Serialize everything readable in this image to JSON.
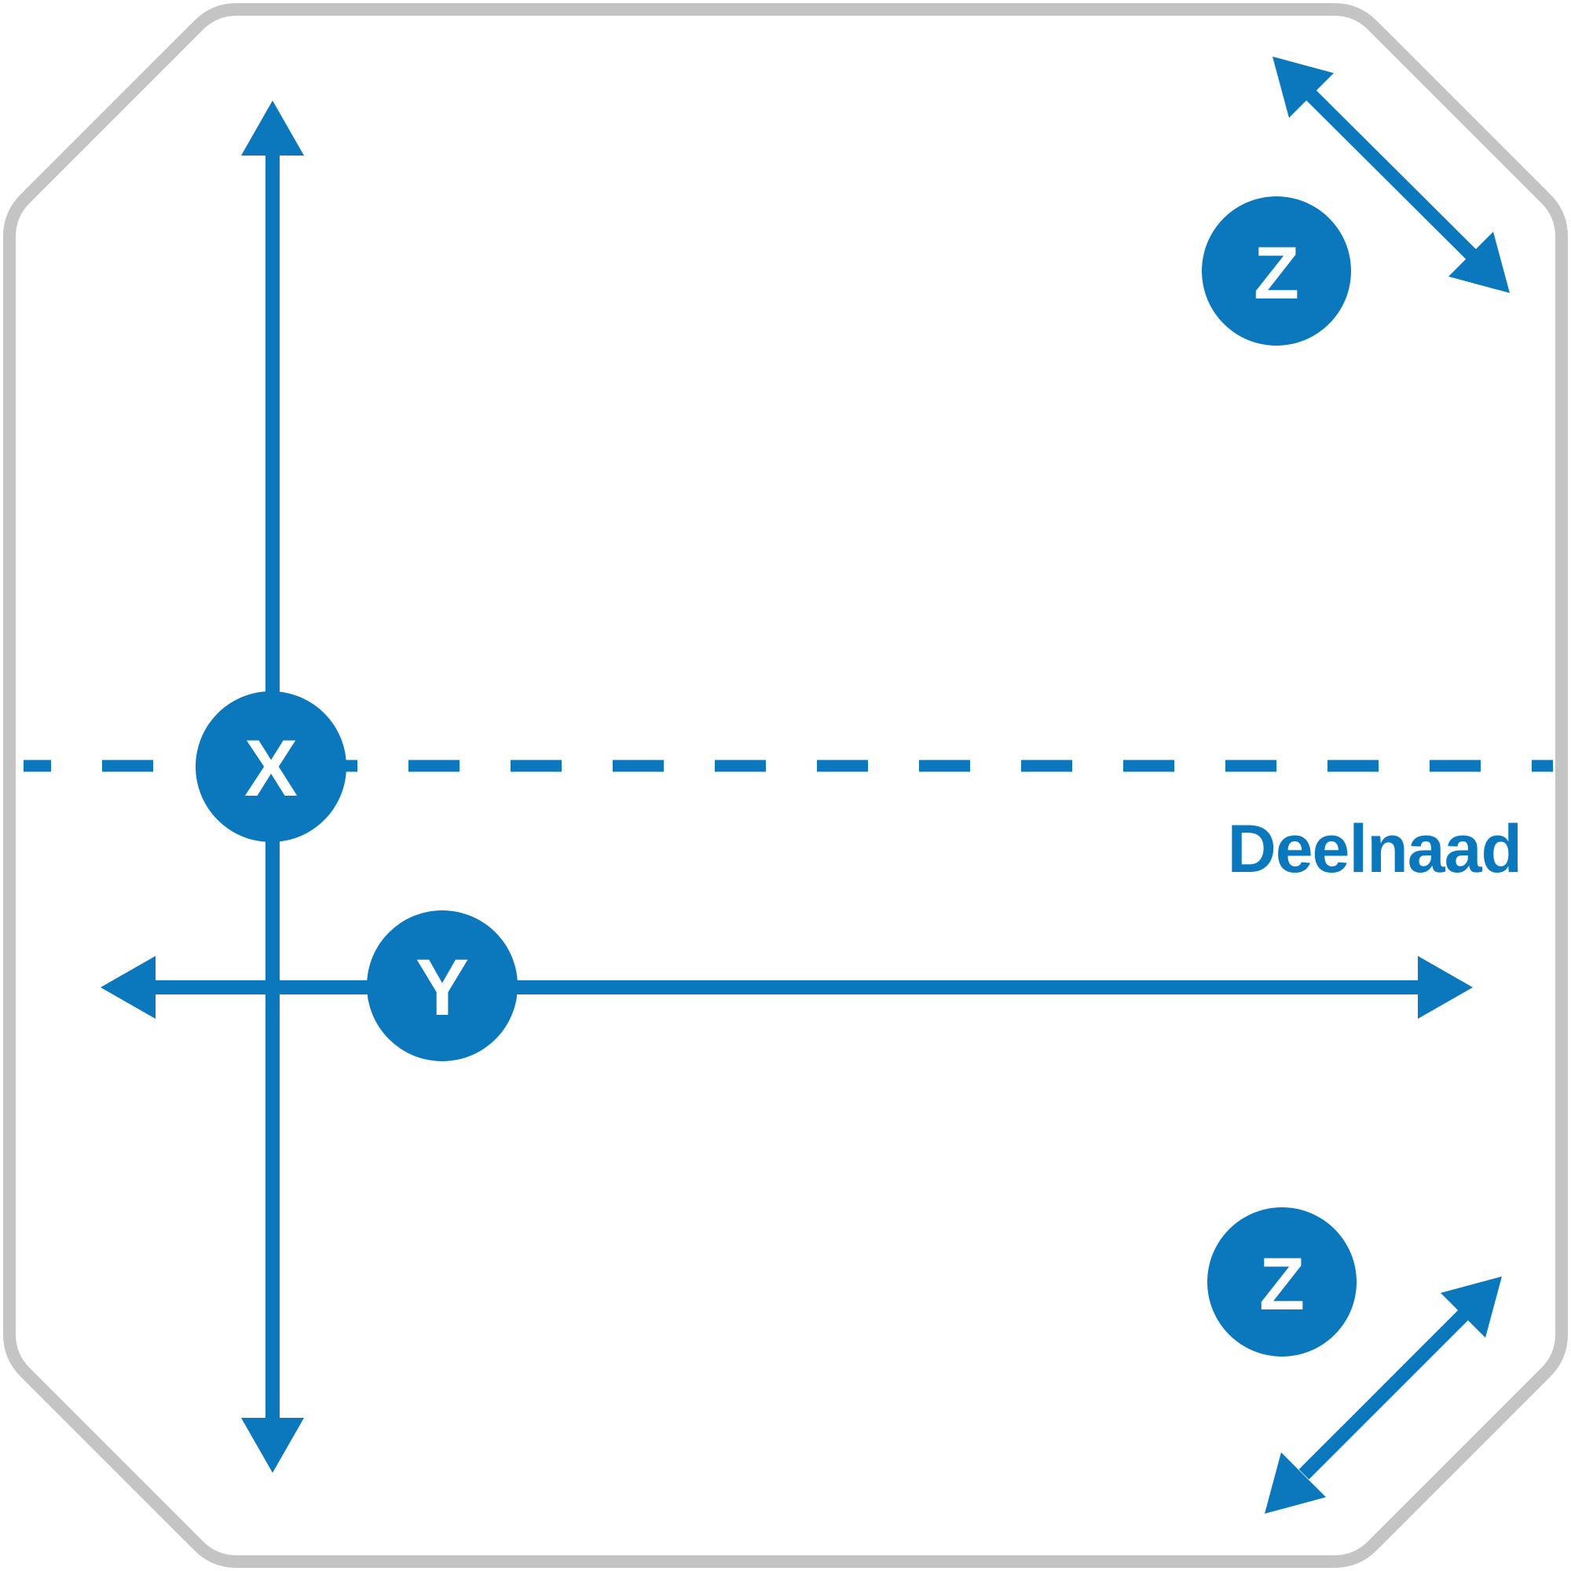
{
  "diagram": {
    "description": "Mold cross-section with machine axes and parting line",
    "badges": {
      "x": "X",
      "y": "Y",
      "z_top": "Z",
      "z_bottom": "Z"
    },
    "parting_line_label": "Deelnaad"
  },
  "colors": {
    "accent": "#0b77bd",
    "outline": "#c4c4c4",
    "background": "#ffffff",
    "badge_text": "#ffffff"
  }
}
